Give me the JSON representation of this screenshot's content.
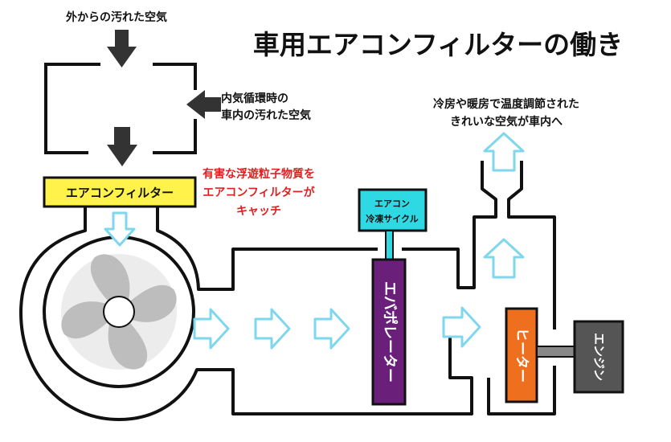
{
  "title": "車用エアコンフィルターの働き",
  "outside_air_label": "外からの汚れた空気",
  "recirc_label": [
    "内気循環時の",
    "車内の汚れた空気"
  ],
  "filter_label": "エアコンフィルター",
  "catch_label": [
    "有害な浮遊粒子物質を",
    "エアコンフィルターが",
    "キャッチ"
  ],
  "aircon_cycle_label": [
    "エアコン",
    "冷凍サイクル"
  ],
  "evaporator_label": "エバポレーター",
  "heater_label": "ヒーター",
  "engine_label": "エンジン",
  "output_label": [
    "冷房や暖房で温度調節された",
    "きれいな空気が車内へ"
  ],
  "colors": {
    "filter_fill": "#fff24a",
    "evaporator_fill": "#6a1f7a",
    "heater_fill": "#ee6f1e",
    "engine_fill": "#555555",
    "cycle_fill": "#2fd9e3",
    "airflow_arrow": "#7fd7ee",
    "catch_text": "#e02020",
    "duct_stroke": "#111111"
  }
}
